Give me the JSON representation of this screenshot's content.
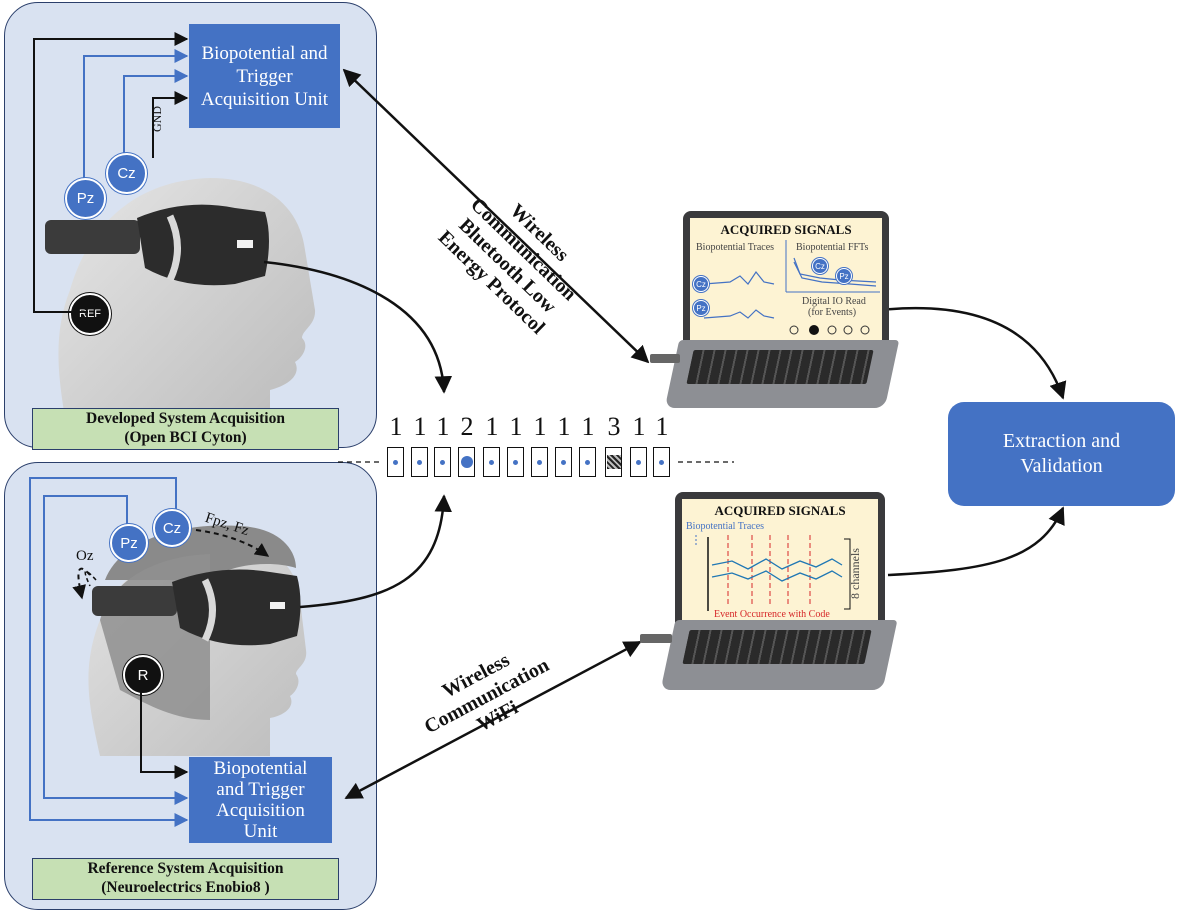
{
  "top_panel": {
    "unit_label": "Biopotential and Trigger Acquisition Unit",
    "gnd_label": "GND",
    "electrode_pz": "Pz",
    "electrode_cz": "Cz",
    "electrode_ref": "REF",
    "caption_line1": "Developed System Acquisition",
    "caption_line2": "(Open BCI Cyton)"
  },
  "bottom_panel": {
    "unit_label": "Biopotential and Trigger Acquisition Unit",
    "electrode_pz": "Pz",
    "electrode_cz": "Cz",
    "electrode_r": "R",
    "oz_label": "Oz",
    "fpz_label": "Fpz, Fz",
    "caption_line1": "Reference System Acquisition",
    "caption_line2": "(Neuroelectrics Enobio8 )"
  },
  "links": {
    "top_line1": "Wireless",
    "top_line2": "Communication",
    "top_line3": "Bluetooth Low",
    "top_line4": "Energy Protocol",
    "bottom_line1": "Wireless",
    "bottom_line2": "Communication",
    "bottom_line3": "WiFi"
  },
  "event_codes": [
    "1",
    "1",
    "1",
    "2",
    "1",
    "1",
    "1",
    "1",
    "1",
    "3",
    "1",
    "1"
  ],
  "laptop_top": {
    "title": "ACQUIRED SIGNALS",
    "traces_label": "Biopotential Traces",
    "fft_label": "Biopotential FFTs",
    "digital_label_1": "Digital IO Read",
    "digital_label_2": "(for Events)",
    "cz": "Cz",
    "pz": "Pz"
  },
  "laptop_bottom": {
    "title": "ACQUIRED SIGNALS",
    "traces_label": "Biopotential Traces",
    "event_label": "Event Occurrence with Code",
    "channels_label": "8 channels"
  },
  "extraction_label": "Extraction and Validation",
  "colors": {
    "unit_blue": "#4472c4",
    "panel_fill": "#d9e2f1",
    "caption_green": "#c6e0b4",
    "screen_cream": "#fdf3d3",
    "event_red": "#d62728"
  }
}
